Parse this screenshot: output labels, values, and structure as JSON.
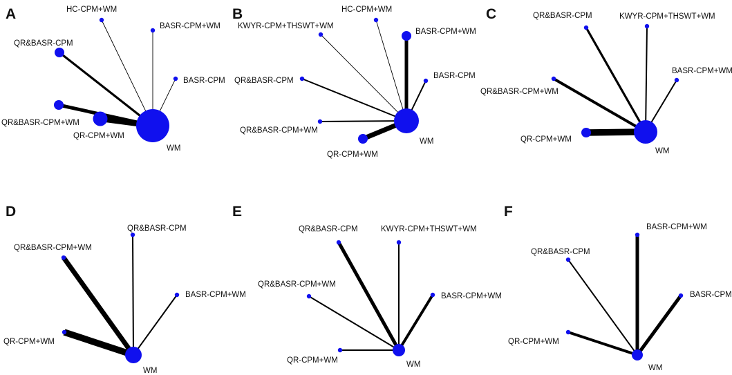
{
  "colors": {
    "node": "#1010ee",
    "edge": "#000000",
    "text": "#111111",
    "background": "#ffffff"
  },
  "panels": [
    {
      "letter": "A",
      "nodes": [
        {
          "id": "HC",
          "label": "HC-CPM+WM",
          "size": "small"
        },
        {
          "id": "BASRWM",
          "label": "BASR-CPM+WM",
          "size": "small"
        },
        {
          "id": "QRB",
          "label": "QR&BASR-CPM",
          "size": "medium"
        },
        {
          "id": "BASR",
          "label": "BASR-CPM",
          "size": "small"
        },
        {
          "id": "QRBWM",
          "label": "QR&BASR-CPM+WM",
          "size": "medium"
        },
        {
          "id": "QRWM",
          "label": "QR-CPM+WM",
          "size": "large"
        },
        {
          "id": "WM",
          "label": "WM",
          "size": "hub"
        }
      ],
      "edges": [
        {
          "from": "HC",
          "to": "WM",
          "weight": 1
        },
        {
          "from": "BASRWM",
          "to": "WM",
          "weight": 1
        },
        {
          "from": "BASR",
          "to": "WM",
          "weight": 1
        },
        {
          "from": "QRB",
          "to": "WM",
          "weight": 3
        },
        {
          "from": "QRBWM",
          "to": "WM",
          "weight": 5
        },
        {
          "from": "QRWM",
          "to": "WM",
          "weight": 8
        }
      ]
    },
    {
      "letter": "B",
      "nodes": [
        {
          "id": "KWYR",
          "label": "KWYR-CPM+THSWT+WM",
          "size": "small"
        },
        {
          "id": "HC",
          "label": "HC-CPM+WM",
          "size": "small"
        },
        {
          "id": "BASRWM",
          "label": "BASR-CPM+WM",
          "size": "medium"
        },
        {
          "id": "BASR",
          "label": "BASR-CPM",
          "size": "small"
        },
        {
          "id": "QRB",
          "label": "QR&BASR-CPM",
          "size": "small"
        },
        {
          "id": "QRBWM",
          "label": "QR&BASR-CPM+WM",
          "size": "small"
        },
        {
          "id": "QRWM",
          "label": "QR-CPM+WM",
          "size": "medium"
        },
        {
          "id": "WM",
          "label": "WM",
          "size": "hub"
        }
      ],
      "edges": [
        {
          "from": "KWYR",
          "to": "WM",
          "weight": 1
        },
        {
          "from": "HC",
          "to": "WM",
          "weight": 1
        },
        {
          "from": "BASRWM",
          "to": "WM",
          "weight": 5
        },
        {
          "from": "BASR",
          "to": "WM",
          "weight": 2
        },
        {
          "from": "QRB",
          "to": "WM",
          "weight": 2
        },
        {
          "from": "QRBWM",
          "to": "WM",
          "weight": 2
        },
        {
          "from": "QRWM",
          "to": "WM",
          "weight": 7
        }
      ]
    },
    {
      "letter": "C",
      "nodes": [
        {
          "id": "QRB",
          "label": "QR&BASR-CPM",
          "size": "small"
        },
        {
          "id": "KWYR",
          "label": "KWYR-CPM+THSWT+WM",
          "size": "small"
        },
        {
          "id": "BASRWM",
          "label": "BASR-CPM+WM",
          "size": "small"
        },
        {
          "id": "QRBWM",
          "label": "QR&BASR-CPM+WM",
          "size": "small"
        },
        {
          "id": "QRWM",
          "label": "QR-CPM+WM",
          "size": "medium"
        },
        {
          "id": "WM",
          "label": "WM",
          "size": "hub"
        }
      ],
      "edges": [
        {
          "from": "QRB",
          "to": "WM",
          "weight": 3
        },
        {
          "from": "KWYR",
          "to": "WM",
          "weight": 2
        },
        {
          "from": "BASRWM",
          "to": "WM",
          "weight": 2
        },
        {
          "from": "QRBWM",
          "to": "WM",
          "weight": 4
        },
        {
          "from": "QRWM",
          "to": "WM",
          "weight": 9
        }
      ]
    },
    {
      "letter": "D",
      "nodes": [
        {
          "id": "QRB",
          "label": "QR&BASR-CPM",
          "size": "small"
        },
        {
          "id": "QRBWM",
          "label": "QR&BASR-CPM+WM",
          "size": "small"
        },
        {
          "id": "BASRWM",
          "label": "BASR-CPM+WM",
          "size": "small"
        },
        {
          "id": "QRWM",
          "label": "QR-CPM+WM",
          "size": "small"
        },
        {
          "id": "WM",
          "label": "WM",
          "size": "large"
        }
      ],
      "edges": [
        {
          "from": "QRB",
          "to": "WM",
          "weight": 2
        },
        {
          "from": "QRBWM",
          "to": "WM",
          "weight": 7
        },
        {
          "from": "BASRWM",
          "to": "WM",
          "weight": 2
        },
        {
          "from": "QRWM",
          "to": "WM",
          "weight": 9
        }
      ]
    },
    {
      "letter": "E",
      "nodes": [
        {
          "id": "QRB",
          "label": "QR&BASR-CPM",
          "size": "small"
        },
        {
          "id": "KWYR",
          "label": "KWYR-CPM+THSWT+WM",
          "size": "small"
        },
        {
          "id": "QRBWM",
          "label": "QR&BASR-CPM+WM",
          "size": "small"
        },
        {
          "id": "BASRWM",
          "label": "BASR-CPM+WM",
          "size": "small"
        },
        {
          "id": "QRWM",
          "label": "QR-CPM+WM",
          "size": "small"
        },
        {
          "id": "WM",
          "label": "WM",
          "size": "medium"
        }
      ],
      "edges": [
        {
          "from": "QRB",
          "to": "WM",
          "weight": 5
        },
        {
          "from": "KWYR",
          "to": "WM",
          "weight": 2
        },
        {
          "from": "QRBWM",
          "to": "WM",
          "weight": 2
        },
        {
          "from": "BASRWM",
          "to": "WM",
          "weight": 4
        },
        {
          "from": "QRWM",
          "to": "WM",
          "weight": 2
        }
      ]
    },
    {
      "letter": "F",
      "nodes": [
        {
          "id": "BASRWM",
          "label": "BASR-CPM+WM",
          "size": "small"
        },
        {
          "id": "QRB",
          "label": "QR&BASR-CPM",
          "size": "small"
        },
        {
          "id": "BASR",
          "label": "BASR-CPM",
          "size": "small"
        },
        {
          "id": "QRWM",
          "label": "QR-CPM+WM",
          "size": "small"
        },
        {
          "id": "WM",
          "label": "WM",
          "size": "medium"
        }
      ],
      "edges": [
        {
          "from": "BASRWM",
          "to": "WM",
          "weight": 5
        },
        {
          "from": "QRB",
          "to": "WM",
          "weight": 2
        },
        {
          "from": "BASR",
          "to": "WM",
          "weight": 5
        },
        {
          "from": "QRWM",
          "to": "WM",
          "weight": 4
        }
      ]
    }
  ]
}
